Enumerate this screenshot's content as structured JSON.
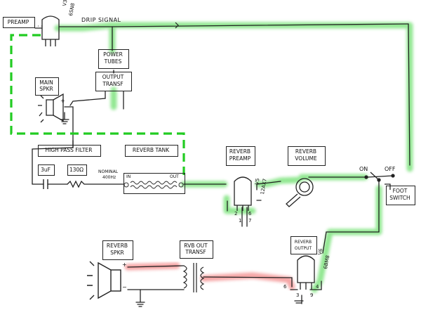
{
  "blocks": {
    "preamp": "PREAMP",
    "v3_tube": "V3",
    "v3_type": "6SN8",
    "drip_signal": "DRIP SIGNAL",
    "power_tubes": [
      "POWER",
      "TUBES"
    ],
    "output_transf": [
      "OUTPUT",
      "TRANSF"
    ],
    "main_spkr": [
      "MAIN",
      "SPKR"
    ],
    "high_pass_filter": "HIGH PASS FILTER",
    "cap_value": "3uF",
    "res_value": "130Ω",
    "nominal": [
      "NOMINAL",
      "400Hz"
    ],
    "reverb_tank": "REVERB TANK",
    "tank_in": "IN",
    "tank_out": "OUT",
    "reverb_preamp": [
      "REVERB",
      "PREAMP"
    ],
    "v5_tube": "V5",
    "v5_type": "12AX7",
    "v5_pins": [
      "2",
      "1",
      "6",
      "7"
    ],
    "reverb_volume": [
      "REVERB",
      "VOLUME"
    ],
    "switch_on": "ON",
    "switch_off": "OFF",
    "foot_switch": [
      "FOOT",
      "SWITCH"
    ],
    "reverb_output": [
      "REVERB",
      "OUTPUT"
    ],
    "v6_tube": "V6",
    "v6_type": "6BM8",
    "v6_pins": [
      "6",
      "3",
      "9",
      "4"
    ],
    "rvb_out_transf": [
      "RVB OUT",
      "TRANSF"
    ],
    "reverb_spkr": [
      "REVERB",
      "SPKR"
    ],
    "plus": "+",
    "minus": "−"
  },
  "colors": {
    "ink": "#222222",
    "green_glow": "#6ee06e",
    "green_dash": "#22cc22",
    "red_glow": "#f28080"
  }
}
